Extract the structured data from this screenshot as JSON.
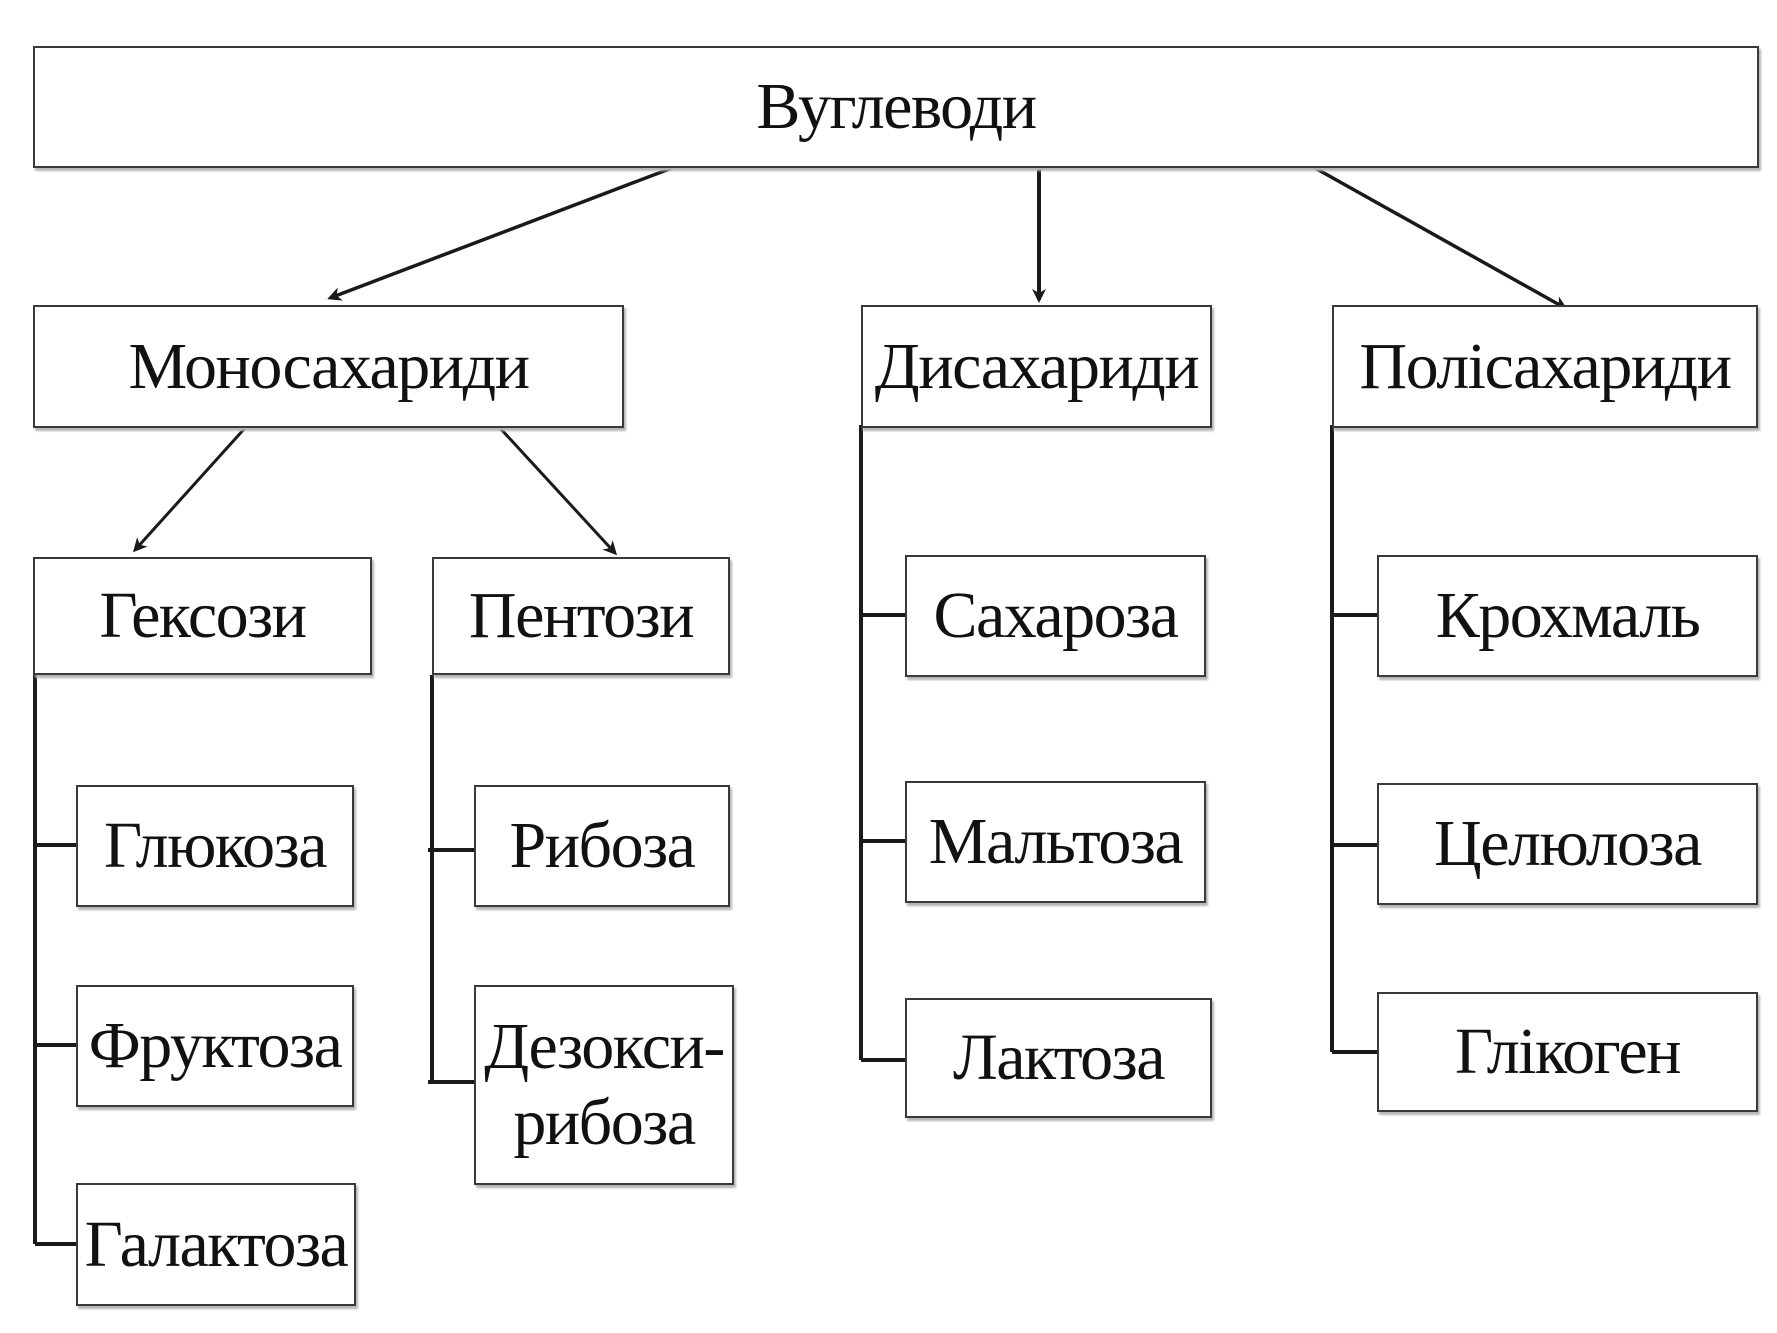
{
  "root": {
    "label": "Вуглеводи"
  },
  "categories": {
    "mono": {
      "label": "Моносахариди"
    },
    "di": {
      "label": "Дисахариди"
    },
    "poly": {
      "label": "Полісахариди"
    }
  },
  "subcategories": {
    "hexoses": {
      "label": "Гексози"
    },
    "pentoses": {
      "label": "Пентози"
    }
  },
  "hexoses_items": [
    "Глюкоза",
    "Фруктоза",
    "Галактоза"
  ],
  "pentoses_items": [
    "Рибоза",
    "Дезокси-",
    "рибоза"
  ],
  "di_items": [
    "Сахароза",
    "Мальтоза",
    "Лактоза"
  ],
  "poly_items": [
    "Крохмаль",
    "Целюлоза",
    "Глікоген"
  ],
  "colors": {
    "line": "#1a1a1a",
    "box_border": "#3a3a3a"
  }
}
